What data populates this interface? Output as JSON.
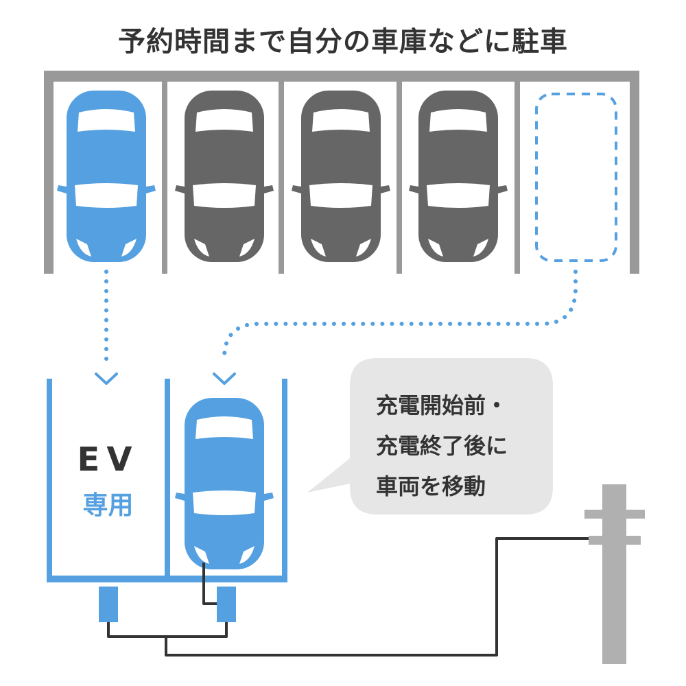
{
  "title": "予約時間まで自分の車庫などに駐車",
  "ev_zone": {
    "label": "EV",
    "sublabel": "専用"
  },
  "bubble": {
    "lines": [
      "充電開始前・",
      "充電終了後に",
      "車両を移動"
    ]
  },
  "colors": {
    "accent": "#55a0e0",
    "parked": "#666666",
    "structure": "#999999",
    "pole": "#b0b0b0",
    "cable": "#333333",
    "bubble": "#e6e6e6",
    "text": "#333333"
  },
  "icons": [
    "car-icon",
    "empty-parking-spot-icon",
    "arrow-down-icon",
    "charger-icon",
    "utility-pole-icon",
    "speech-bubble-icon"
  ]
}
